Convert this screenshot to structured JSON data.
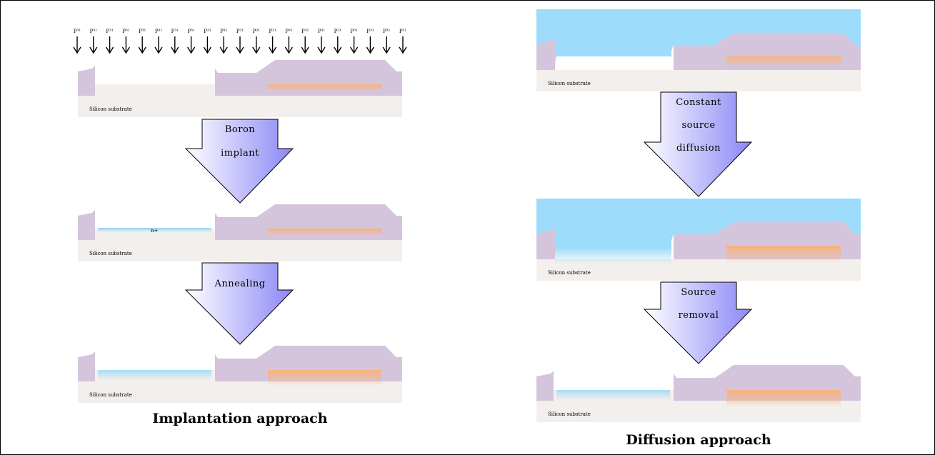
{
  "colors": {
    "substrate": "#f3efec",
    "oxide": "#d4c5dd",
    "source": "#9ddcfa",
    "n_doped": "#a7dcf5",
    "p_doped": "#f9b27c",
    "arrow_light": "#ffffff",
    "arrow_dark": "#8b87f6",
    "frame": "#000000"
  },
  "diagram": {
    "substrate_label": "Silicon substrate",
    "ion_label": "P³¹",
    "implant_region_label": "n+",
    "implantation": {
      "title": "Implantation approach",
      "step1": "Boron implant",
      "step1_line1": "Boron",
      "step1_line2": "implant",
      "step2": "Annealing"
    },
    "diffusion": {
      "title": "Diffusion approach",
      "step1_line1": "Constant",
      "step1_line2": "source",
      "step1_line3": "diffusion",
      "step2_line1": "Source",
      "step2_line2": "removal"
    }
  }
}
